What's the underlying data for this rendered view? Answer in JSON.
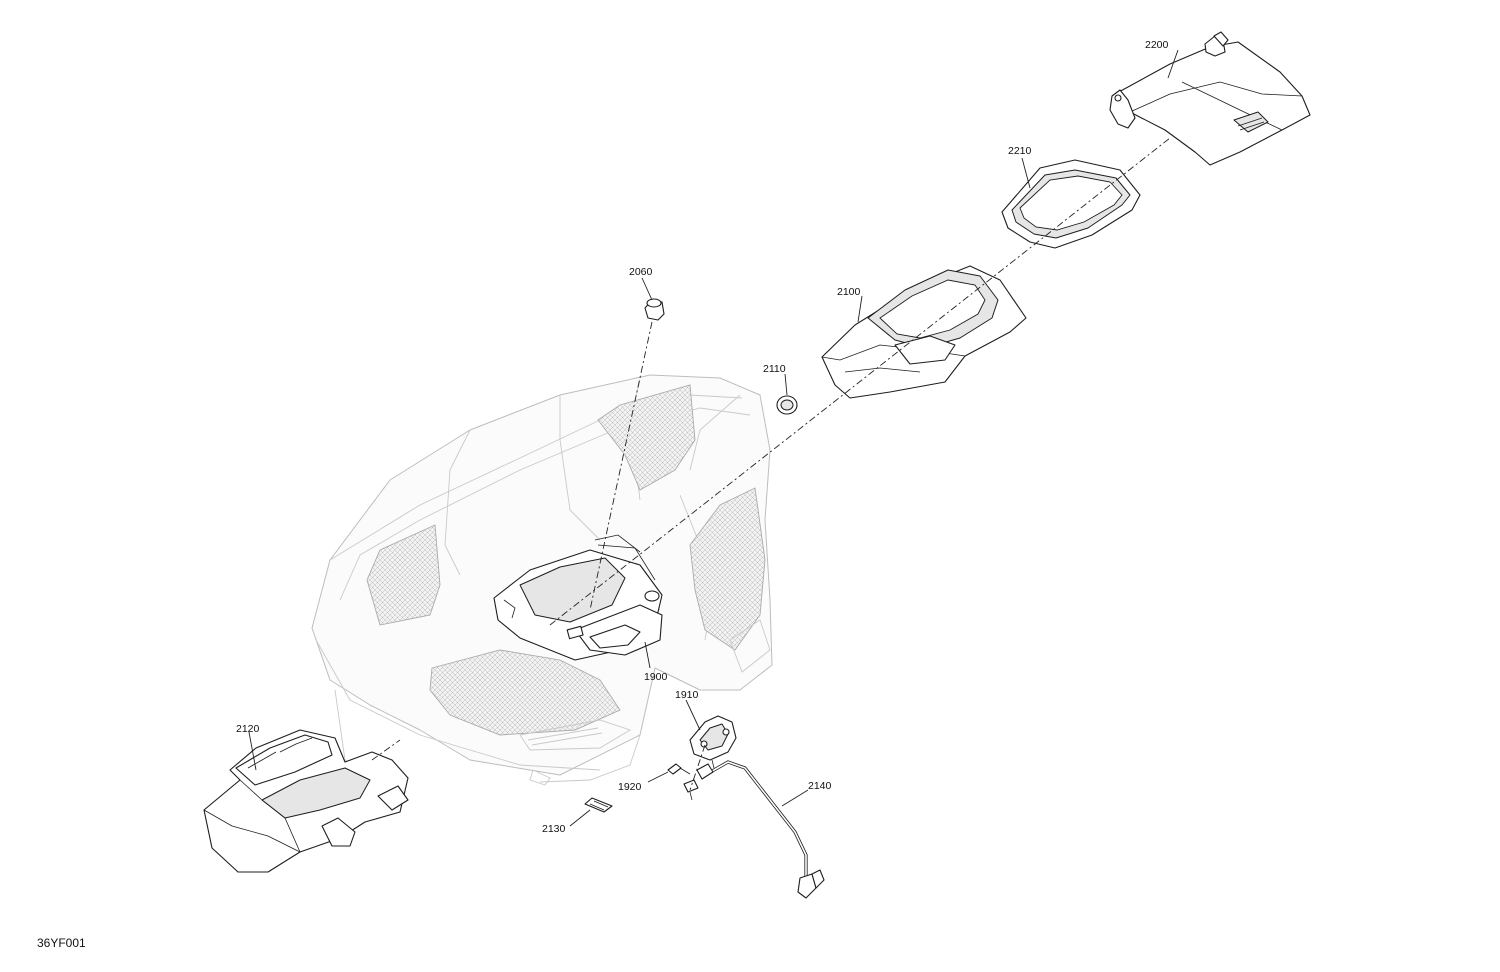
{
  "diagram": {
    "figure_code": "36YF001",
    "callouts": [
      {
        "id": "2200",
        "text": "2200"
      },
      {
        "id": "2210",
        "text": "2210"
      },
      {
        "id": "2060",
        "text": "2060"
      },
      {
        "id": "2100",
        "text": "2100"
      },
      {
        "id": "2110",
        "text": "2110"
      },
      {
        "id": "1900",
        "text": "1900"
      },
      {
        "id": "1910",
        "text": "1910"
      },
      {
        "id": "2120",
        "text": "2120"
      },
      {
        "id": "1920",
        "text": "1920"
      },
      {
        "id": "2140",
        "text": "2140"
      },
      {
        "id": "2130",
        "text": "2130"
      }
    ]
  }
}
